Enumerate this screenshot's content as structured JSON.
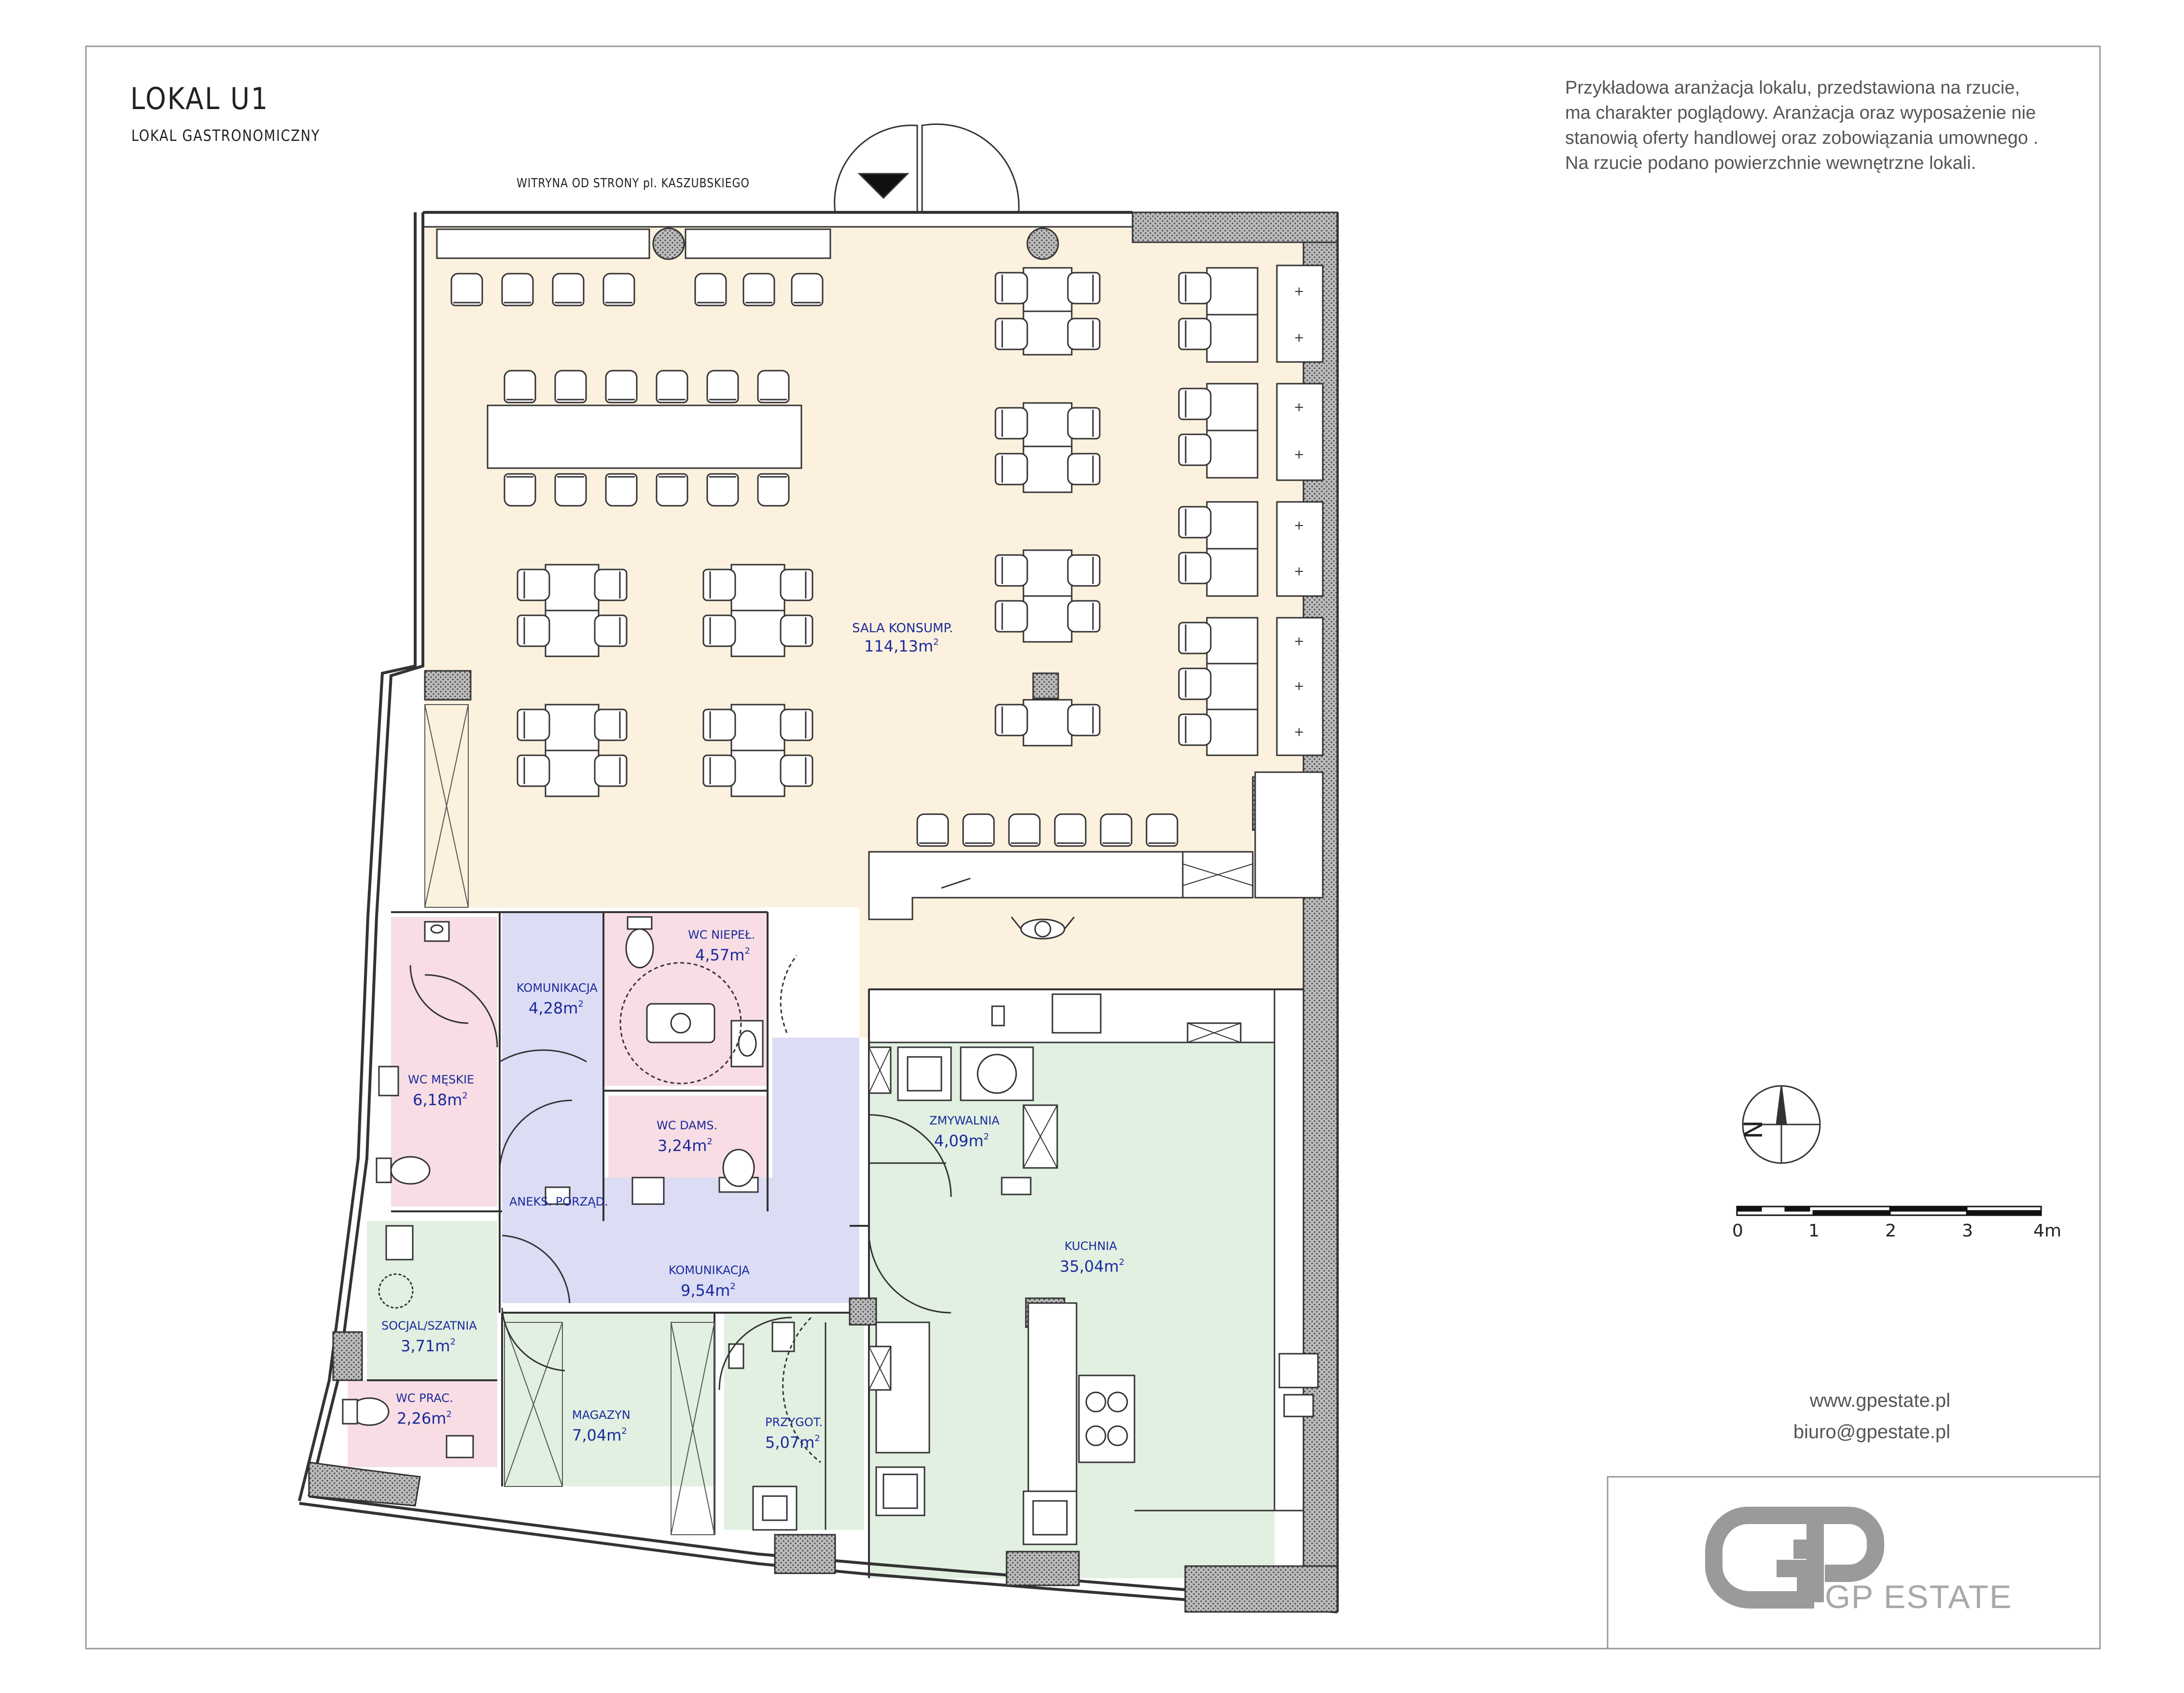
{
  "header": {
    "title": "LOKAL U1",
    "subtitle": "LOKAL GASTRONOMICZNY"
  },
  "disclaimer": [
    "Przykładowa aranżacja lokalu, przedstawiona na rzucie,",
    "ma charakter poglądowy.  Aranżacja oraz wyposażenie nie",
    "stanowią oferty handlowej oraz zobowiązania umownego .",
    "Na rzucie podano powierzchnie wewnętrzne lokali."
  ],
  "entrance_label": "WITRYNA OD STRONY pl. KASZUBSKIEGO",
  "rooms": {
    "sala": {
      "name": "SALA KONSUMP.",
      "area": "114,13m",
      "color": "#fcf1de"
    },
    "komunikacja_small": {
      "name": "KOMUNIKACJA",
      "area": "4,28m",
      "color": "#dcdcf5"
    },
    "wc_niepel": {
      "name": "WC NIEPEŁ.",
      "area": "4,57m",
      "color": "#f8dde4"
    },
    "wc_meskie": {
      "name": "WC MĘSKIE",
      "area": "6,18m",
      "color": "#f8dde4"
    },
    "wc_dams": {
      "name": "WC DAMS.",
      "area": "3,24m",
      "color": "#f8dde4"
    },
    "aneks": {
      "name": "ANEKS. PORZĄD.",
      "area": ""
    },
    "zmywalnia": {
      "name": "ZMYWALNIA",
      "area": "4,09m",
      "color": "#e1f0e1"
    },
    "kuchnia": {
      "name": "KUCHNIA",
      "area": "35,04m",
      "color": "#e1f0e1"
    },
    "komunikacja_big": {
      "name": "KOMUNIKACJA",
      "area": "9,54m",
      "color": "#dcdcf5"
    },
    "socjal": {
      "name": "SOCJAL/SZATNIA",
      "area": "3,71m",
      "color": "#e1f0e1"
    },
    "wc_prac": {
      "name": "WC PRAC.",
      "area": "2,26m",
      "color": "#f8dde4"
    },
    "magazyn": {
      "name": "MAGAZYN",
      "area": "7,04m",
      "color": "#e1f0e1"
    },
    "przygot": {
      "name": "PRZYGOT.",
      "area": "5,07m",
      "color": "#e1f0e1"
    }
  },
  "area_superscript": "2",
  "compass": {
    "label": "N"
  },
  "scale": {
    "labels": [
      "0",
      "1",
      "2",
      "3",
      "4m"
    ]
  },
  "contact": {
    "website": "www.gpestate.pl",
    "email": "biuro@gpestate.pl"
  },
  "logo": {
    "text": "GP ESTATE",
    "icon": "gp-logo-icon"
  },
  "colors": {
    "wall": "#333333",
    "room_label": "#1a2a9c",
    "sala": "#fcf1de",
    "wc": "#f8dde4",
    "kitchen": "#e1f0e1",
    "corridor": "#dcdcf5"
  }
}
